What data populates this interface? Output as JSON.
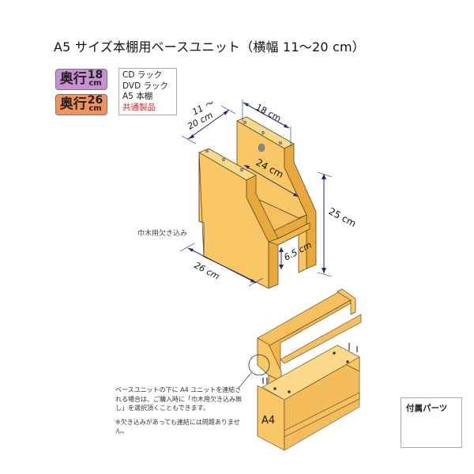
{
  "title": "A5 サイズ本棚用ベースユニット（横幅 11～20 cm）",
  "badges": [
    {
      "label": "奥行",
      "number": "18",
      "unit": "cm",
      "color": "#c88fd2"
    },
    {
      "label": "奥行",
      "number": "26",
      "unit": "cm",
      "color": "#f2925a"
    }
  ],
  "compatibility": {
    "items": [
      "CD ラック",
      "DVD ラック",
      "A5 本棚"
    ],
    "highlight": "共通製品",
    "highlight_color": "#dd2222"
  },
  "dimensions": {
    "width": "11～\n20 cm",
    "width_line1": "11 ～",
    "width_line2": "20 cm",
    "top_depth": "18 cm",
    "inner_depth": "24 cm",
    "height": "25 cm",
    "bottom_depth": "26 cm",
    "clearance": "6.5 cm"
  },
  "notch_label": "巾木用欠き込み",
  "assembly": {
    "lower_unit_label": "A4"
  },
  "note": {
    "paragraph1": "ベースユニットの下に A4 ユニットを連結される場合は、ご購入時に「巾木用欠き込み無し」を選択頂くこともできます。",
    "paragraph2": "※欠き込みがあっても連結には問題ありません。"
  },
  "parts": {
    "title": "付属パーツ"
  },
  "colors": {
    "wood": "#f9c766",
    "wood_dark": "#e8a93c",
    "edge": "#5a4a2a",
    "dimension_line": "#1a2a7a"
  }
}
